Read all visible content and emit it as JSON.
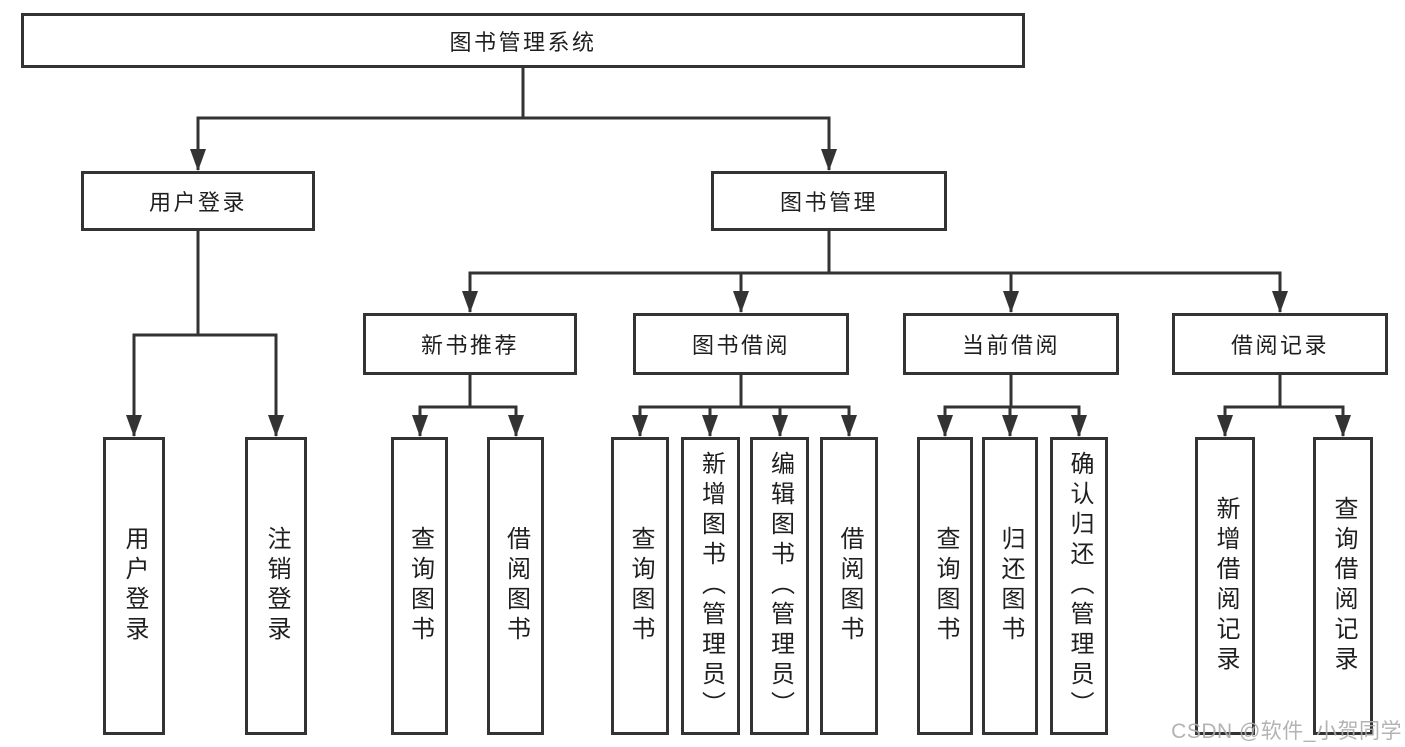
{
  "tree": {
    "label": "图书管理系统",
    "children": [
      {
        "label": "用户登录",
        "children": [
          {
            "label": "用户登录"
          },
          {
            "label": "注销登录"
          }
        ]
      },
      {
        "label": "图书管理",
        "children": [
          {
            "label": "新书推荐",
            "children": [
              {
                "label": "查询图书"
              },
              {
                "label": "借阅图书"
              }
            ]
          },
          {
            "label": "图书借阅",
            "children": [
              {
                "label": "查询图书"
              },
              {
                "label": "新增图书（管理员）"
              },
              {
                "label": "编辑图书（管理员）"
              },
              {
                "label": "借阅图书"
              }
            ]
          },
          {
            "label": "当前借阅",
            "children": [
              {
                "label": "查询图书"
              },
              {
                "label": "归还图书"
              },
              {
                "label": "确认归还（管理员）"
              }
            ]
          },
          {
            "label": "借阅记录",
            "children": [
              {
                "label": "新增借阅记录"
              },
              {
                "label": "查询借阅记录"
              }
            ]
          }
        ]
      }
    ]
  },
  "watermark": "CSDN @软件_小贺同学",
  "colors": {
    "line": "#333333",
    "box_border": "#333333",
    "text": "#1f1f1f",
    "watermark": "#acacac",
    "background": "#ffffff"
  }
}
